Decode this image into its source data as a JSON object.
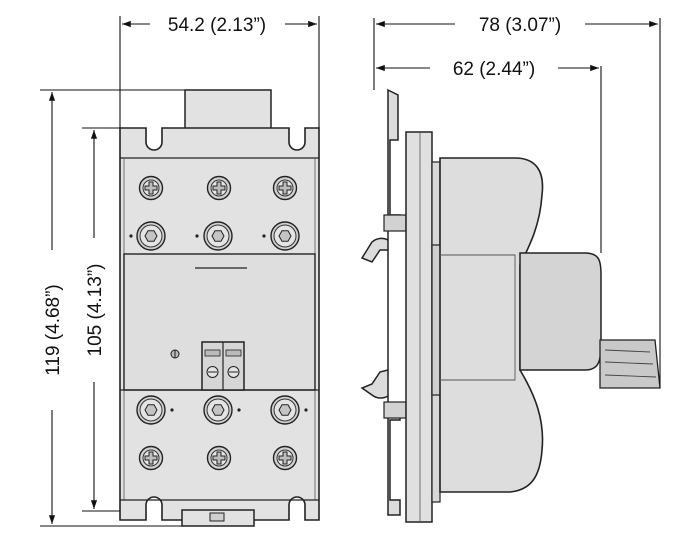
{
  "dimensions": {
    "front_width": "54.2 (2.13”)",
    "side_depth_total": "78 (3.07”)",
    "side_depth_body": "62 (2.44”)",
    "height_total": "119 (4.68”)",
    "height_body": "105 (4.13”)"
  },
  "colors": {
    "body": "#e2e2e2",
    "body_dark": "#cdcdcd",
    "outline": "#222222",
    "line": "#111111"
  }
}
